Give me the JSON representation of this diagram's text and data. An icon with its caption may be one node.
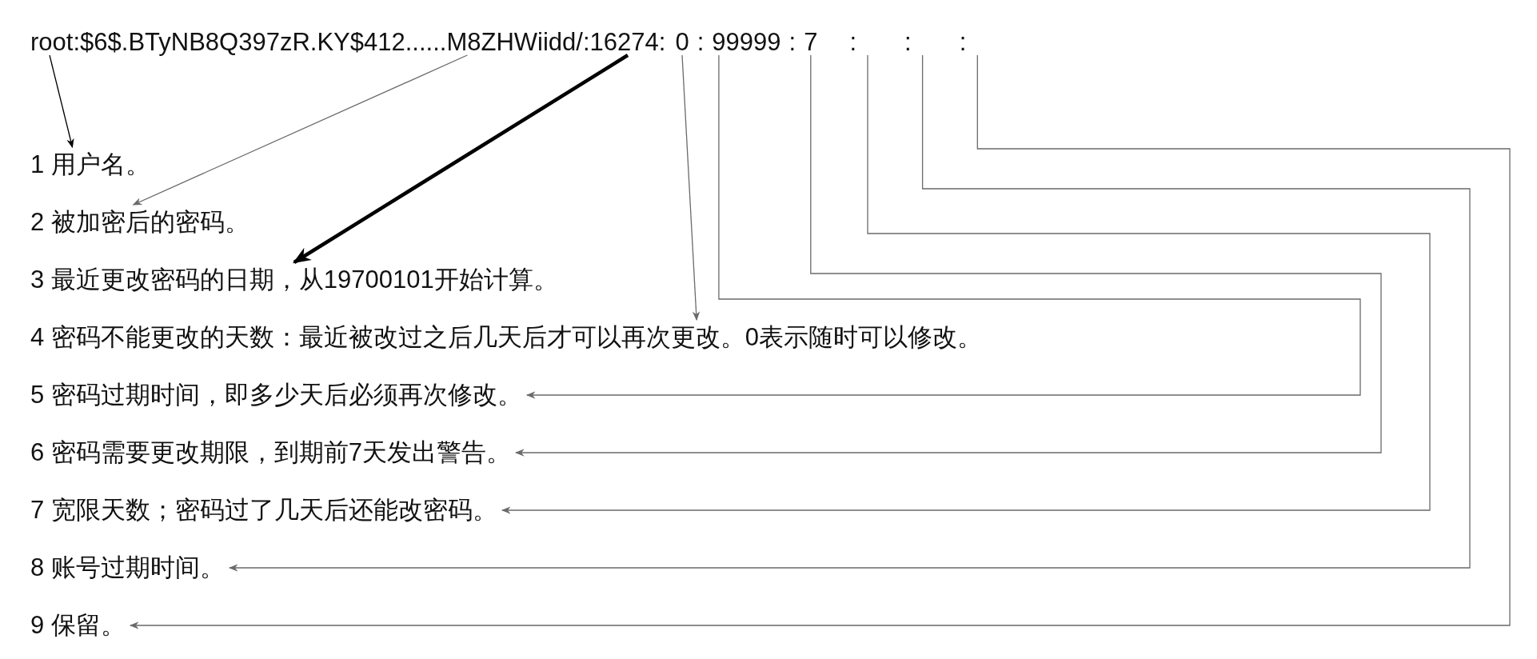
{
  "diagram": {
    "nodes": [
      {
        "text": [
          "root"
        ]
      },
      {
        "text": [
          "$6$.BTyNB8Q397zR.KY$412......M8ZHWiidd/"
        ]
      },
      {
        "text": [
          "16274"
        ]
      },
      {
        "text": [
          "0"
        ]
      },
      {
        "text": [
          "99999"
        ]
      },
      {
        "text": [
          "7"
        ]
      },
      {
        "text": [
          "1 用户名。"
        ]
      },
      {
        "text": [
          "2 被加密后的密码。"
        ]
      },
      {
        "text": [
          "3 最近更改密码的日期，从19700101开始计算。"
        ]
      },
      {
        "text": [
          "4 密码不能更改的天数：最近被改过之后几天后才可以再次更改。0表示随时可以修改。"
        ]
      },
      {
        "text": [
          "5 密码过期时间，即多少天后必须再次修改。"
        ]
      },
      {
        "text": [
          "6 密码需要更改期限，到期前7天发出警告。"
        ]
      },
      {
        "text": [
          "7 宽限天数；密码过了几天后还能改密码。"
        ]
      },
      {
        "text": [
          "8 账号过期时间。"
        ]
      },
      {
        "text": [
          "9 保留。"
        ]
      }
    ],
    "edges": [
      {
        "from": 0,
        "to": 6,
        "arrow": "to",
        "color": "#000000"
      },
      {
        "from": 1,
        "to": 7,
        "arrow": "to"
      },
      {
        "from": 2,
        "to": 8,
        "arrow": "to",
        "style": "thick",
        "color": "#000000"
      },
      {
        "from": 3,
        "to": 9,
        "arrow": "to"
      },
      {
        "from": 4,
        "to": 10,
        "arrow": "to"
      },
      {
        "from": 5,
        "to": 11,
        "arrow": "to"
      },
      {
        "from": null,
        "to": 12,
        "arrow": "to"
      },
      {
        "from": null,
        "to": 13,
        "arrow": "to"
      },
      {
        "from": null,
        "to": 14,
        "arrow": "to"
      }
    ],
    "labels": [
      ":",
      ":",
      ":",
      ":",
      ":",
      ":",
      ":",
      ":"
    ]
  }
}
